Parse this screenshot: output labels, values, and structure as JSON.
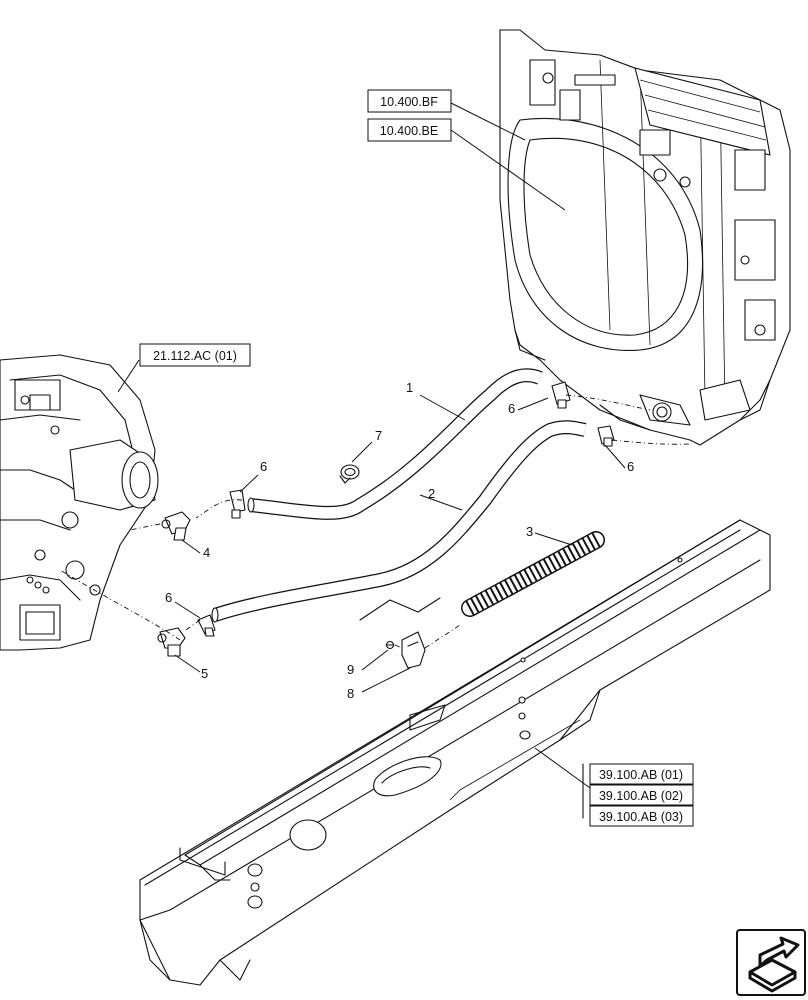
{
  "references": {
    "bf": "10.400.BF",
    "be": "10.400.BE",
    "ac": "21.112.AC (01)",
    "ab1": "39.100.AB (01)",
    "ab2": "39.100.AB (02)",
    "ab3": "39.100.AB (03)"
  },
  "callouts": {
    "c1": "1",
    "c2": "2",
    "c3": "3",
    "c4": "4",
    "c5": "5",
    "c6a": "6",
    "c6b": "6",
    "c6c": "6",
    "c6d": "6",
    "c7": "7",
    "c8": "8",
    "c9": "9"
  },
  "nav_icon": "next-page-arrow-icon"
}
